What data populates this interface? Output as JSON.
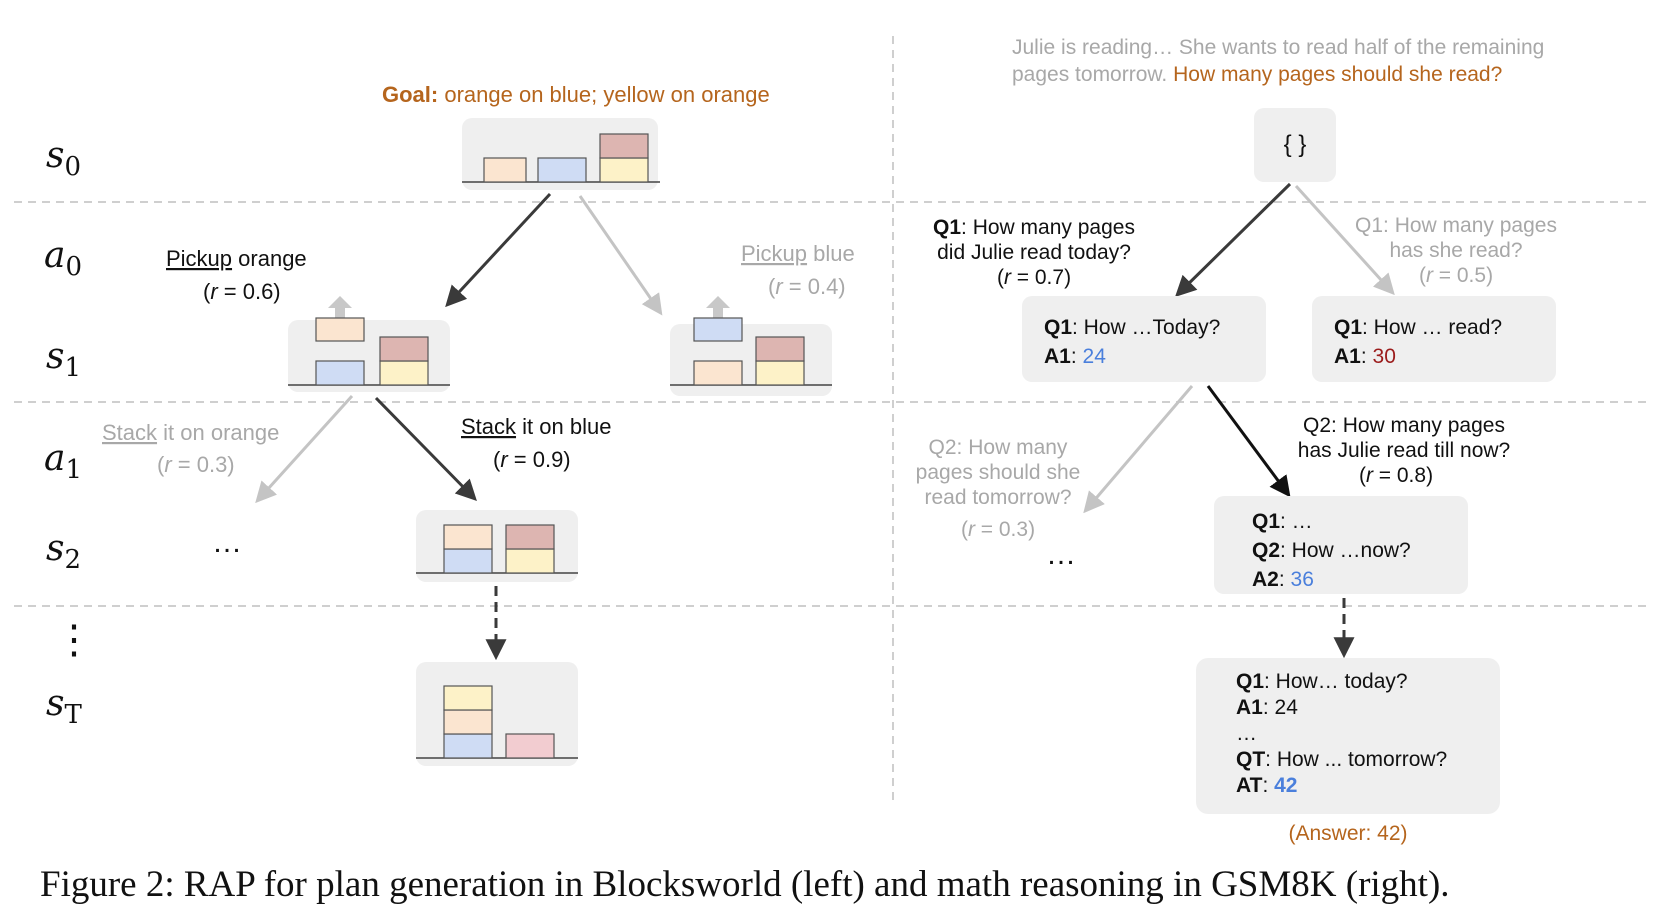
{
  "colors": {
    "orange_block": "#fbe5d0",
    "blue_block": "#cfdcf4",
    "yellow_block": "#fdf2c8",
    "red_block": "#ddb5b1",
    "pink_block": "#f2ccd0",
    "goal_text": "#b5651d",
    "gray_text": "#a8a8a8",
    "answer_blue": "#4a7fdc",
    "answer_red": "#9b1c1c",
    "panel_bg": "#efefef"
  },
  "row_labels": {
    "s0": {
      "base": "s",
      "sub": "0"
    },
    "a0": {
      "base": "a",
      "sub": "0"
    },
    "s1": {
      "base": "s",
      "sub": "1"
    },
    "a1": {
      "base": "a",
      "sub": "1"
    },
    "s2": {
      "base": "s",
      "sub": "2"
    },
    "vdots": "⋮",
    "sT": {
      "base": "s",
      "sub": "T"
    }
  },
  "blocksworld": {
    "goal_label": "Goal:",
    "goal_text": "orange on blue; yellow on orange",
    "action_pickup_orange": {
      "verb": "Pickup",
      "rest": " orange",
      "reward_r": "r",
      "reward_val": " = 0.6)"
    },
    "action_pickup_blue": {
      "verb": "Pickup",
      "rest": " blue",
      "reward_r": "r",
      "reward_val": " = 0.4)"
    },
    "action_stack_orange": {
      "verb": "Stack",
      "rest": " it on orange",
      "reward_r": "r",
      "reward_val": " = 0.3)"
    },
    "action_stack_blue": {
      "verb": "Stack",
      "rest": " it on blue",
      "reward_r": "r",
      "reward_val": " = 0.9)"
    },
    "ellipsis": "…"
  },
  "gsm8k": {
    "question_gray": "Julie is reading… She wants to read half of the remaining",
    "question_gray2": "pages tomorrow.",
    "question_orange": "How many pages should she read?",
    "root": "{ }",
    "q1_chosen": {
      "line1_bold": "Q1",
      "line1": ": How many pages",
      "line2": "did Julie read today?",
      "reward_r": "r",
      "reward_val": " = 0.7)"
    },
    "q1_other": {
      "line1": "Q1: How many pages",
      "line2": "has she read?",
      "reward_r": "r",
      "reward_val": " = 0.5)"
    },
    "node_a": {
      "q_label": "Q1",
      "q_text": ": How …Today?",
      "a_label": "A1",
      "a_value": "24"
    },
    "node_b": {
      "q_label": "Q1",
      "q_text": ": How … read?",
      "a_label": "A1",
      "a_value": "30"
    },
    "q2_other": {
      "line1": "Q2: How many",
      "line2": "pages should she",
      "line3": "read tomorrow?",
      "reward_r": "r",
      "reward_val": " = 0.3)"
    },
    "q2_chosen": {
      "line1": "Q2: How many pages",
      "line2": "has Julie read till now?",
      "reward_r": "r",
      "reward_val": " = 0.8)"
    },
    "node_c": {
      "q1_label": "Q1",
      "q1_text": ": …",
      "q2_label": "Q2",
      "q2_text": ": How …now?",
      "a2_label": "A2",
      "a2_value": "36"
    },
    "ellipsis": "…",
    "final": {
      "q1_label": "Q1",
      "q1_text": ":  How… today?",
      "a1_label": "A1",
      "a1_text": ": 24",
      "dots": "…",
      "qt_label": "QT",
      "qt_text": ": How ... tomorrow?",
      "at_label": "AT",
      "at_value": "42"
    },
    "answer": "(Answer: 42)"
  },
  "caption": "Figure 2: RAP for plan generation in Blocksworld (left) and math reasoning in GSM8K (right)."
}
